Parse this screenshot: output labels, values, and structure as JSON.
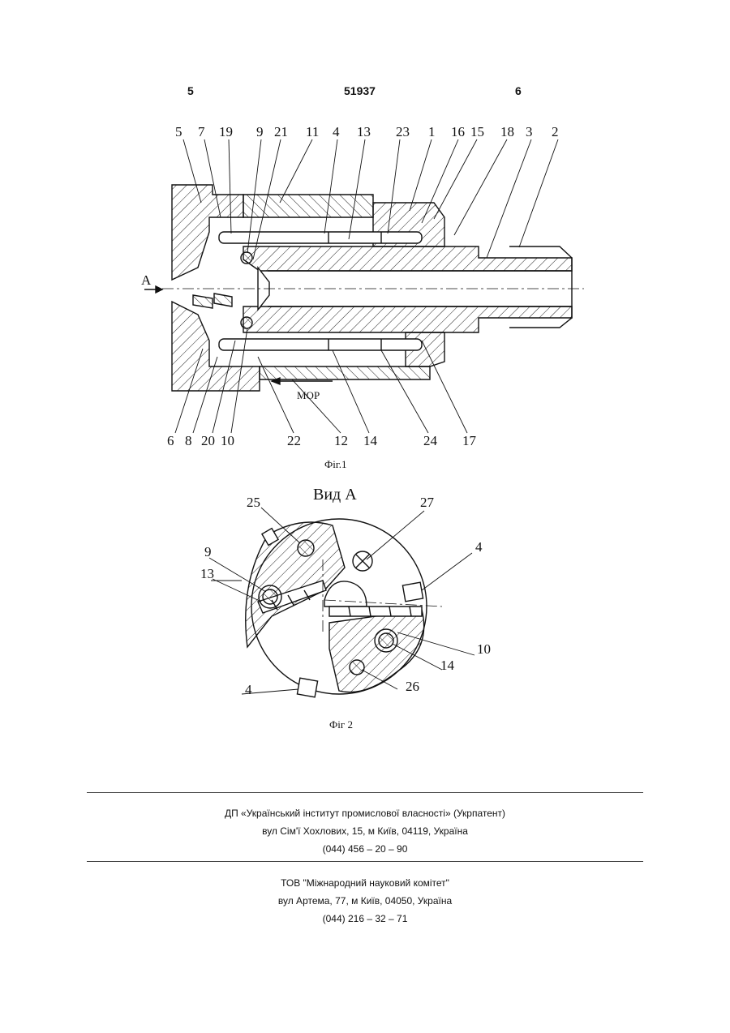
{
  "header": {
    "left": "5",
    "center": "51937",
    "right": "6"
  },
  "fig1": {
    "caption": "Фіг.1",
    "view_marker": "А",
    "flow_label": "МОР",
    "top_labels": [
      "5",
      "7",
      "19",
      "9",
      "21",
      "11",
      "4",
      "13",
      "23",
      "1",
      "16",
      "15",
      "18",
      "3",
      "2"
    ],
    "bottom_labels": [
      "6",
      "8",
      "20",
      "10",
      "22",
      "12",
      "14",
      "24",
      "17"
    ]
  },
  "fig2": {
    "title": "Вид А",
    "caption": "Фіг 2",
    "labels": [
      "25",
      "27",
      "9",
      "4",
      "13",
      "10",
      "14",
      "4",
      "26"
    ]
  },
  "publisher1": {
    "name": "ДП «Український інститут промислової власності» (Укрпатент)",
    "address": "вул  Сім'ї Хохлових, 15, м  Київ, 04119, Україна",
    "phone": "(044) 456 – 20 –  90"
  },
  "publisher2": {
    "name": "ТОВ \"Міжнародний науковий комітет\"",
    "address": "вул  Артема, 77, м  Київ, 04050, Україна",
    "phone": "(044) 216 – 32 – 71"
  }
}
